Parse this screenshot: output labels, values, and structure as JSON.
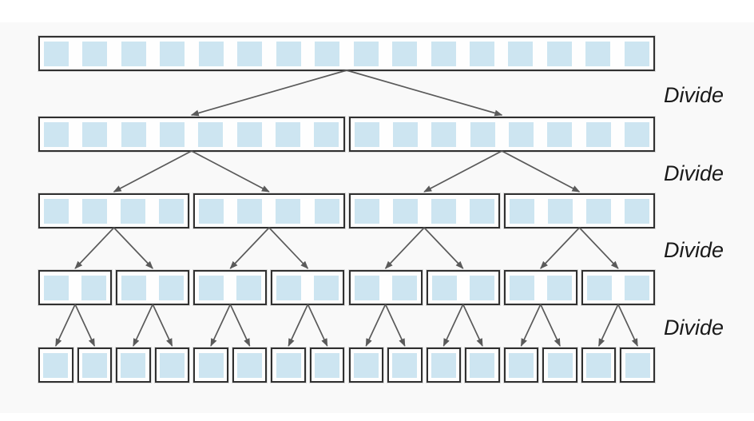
{
  "figure": {
    "kind": "divide-and-conquer-tree",
    "divide_labels": [
      "Divide",
      "Divide",
      "Divide",
      "Divide"
    ],
    "levels": [
      {
        "boxes": 1,
        "cells_per_box": 16
      },
      {
        "boxes": 2,
        "cells_per_box": 8
      },
      {
        "boxes": 4,
        "cells_per_box": 4
      },
      {
        "boxes": 8,
        "cells_per_box": 2
      },
      {
        "boxes": 16,
        "cells_per_box": 1
      }
    ],
    "colors": {
      "page_background": "#ffffff",
      "canvas_background": "#f9f9f9",
      "box_border": "#303030",
      "box_fill": "#fefefe",
      "cell_fill": "#cde5f1",
      "arrow": "#5a5a5a",
      "label_text": "#1a1a1a"
    }
  }
}
